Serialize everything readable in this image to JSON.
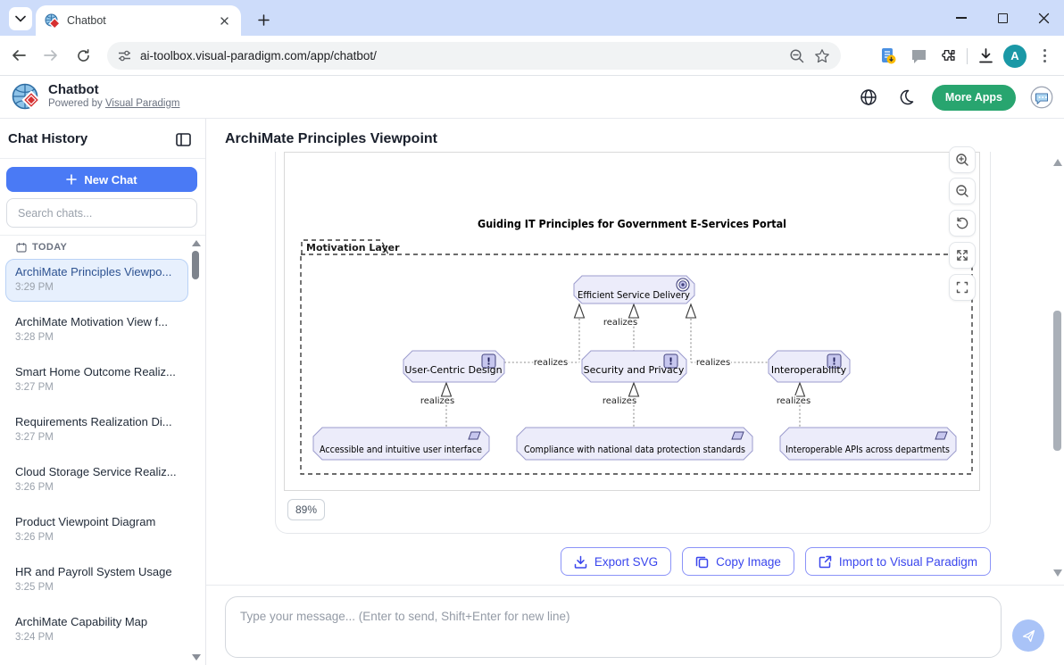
{
  "browser": {
    "tab_title": "Chatbot",
    "url": "ai-toolbox.visual-paradigm.com/app/chatbot/",
    "profile_initial": "A"
  },
  "header": {
    "app_name": "Chatbot",
    "powered_by": "Powered by",
    "powered_by_link": "Visual Paradigm",
    "more_apps": "More Apps"
  },
  "sidebar": {
    "title": "Chat History",
    "new_chat": "New Chat",
    "search_placeholder": "Search chats...",
    "section": "TODAY",
    "items": [
      {
        "title": "ArchiMate Principles Viewpo...",
        "time": "3:29 PM"
      },
      {
        "title": "ArchiMate Motivation View f...",
        "time": "3:28 PM"
      },
      {
        "title": "Smart Home Outcome Realiz...",
        "time": "3:27 PM"
      },
      {
        "title": "Requirements Realization Di...",
        "time": "3:27 PM"
      },
      {
        "title": "Cloud Storage Service Realiz...",
        "time": "3:26 PM"
      },
      {
        "title": "Product Viewpoint Diagram",
        "time": "3:26 PM"
      },
      {
        "title": "HR and Payroll System Usage",
        "time": "3:25 PM"
      },
      {
        "title": "ArchiMate Capability Map",
        "time": "3:24 PM"
      }
    ]
  },
  "main": {
    "page_title": "ArchiMate Principles Viewpoint",
    "zoom_level": "89%",
    "actions": {
      "export_svg": "Export SVG",
      "copy_image": "Copy Image",
      "import_vp": "Import to Visual Paradigm"
    },
    "input_placeholder": "Type your message... (Enter to send, Shift+Enter for new line)"
  },
  "diagram": {
    "title": "Guiding IT Principles for Government E-Services Portal",
    "group_label": "Motivation Layer",
    "goal": "Efficient Service Delivery",
    "principles": [
      "User-Centric Design",
      "Security and Privacy",
      "Interoperability"
    ],
    "requirements": [
      "Accessible and intuitive user interface",
      "Compliance with national data protection standards",
      "Interoperable APIs across departments"
    ],
    "relation_label": "realizes"
  },
  "colors": {
    "titlebar": "#cddcfa",
    "accent_blue": "#4a7af5",
    "action_blue": "#3a46ed",
    "more_apps_green": "#28a56f",
    "node_fill": "#ececfa",
    "node_stroke": "#9b9bcd",
    "avatar_teal": "#1a98a6"
  }
}
